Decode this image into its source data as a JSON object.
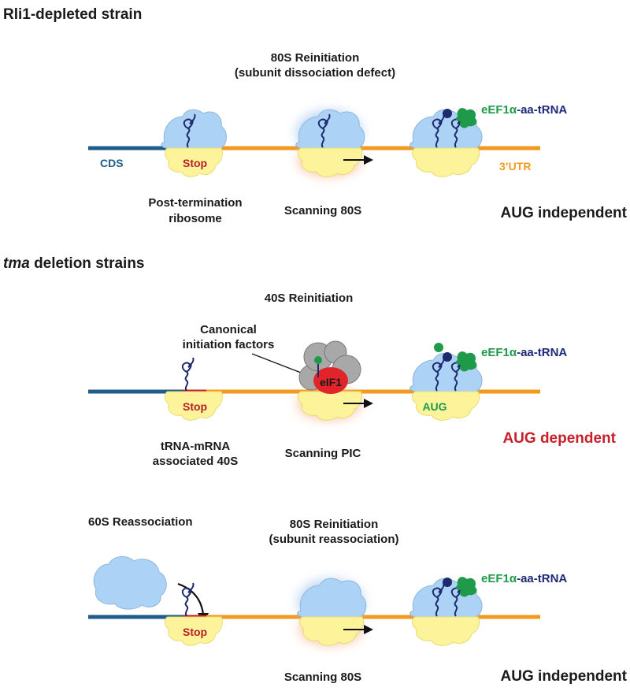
{
  "sections": {
    "rli1": {
      "heading": "Rli1-depleted strain",
      "center_title_line1": "80S Reinitiation",
      "center_title_line2": "(subunit dissociation defect)",
      "cds_label": "CDS",
      "stop_label": "Stop",
      "utr_label": "3’UTR",
      "eef_prefix": "eEF1",
      "eef_alpha": "α",
      "eef_suffix": "-aa-tRNA",
      "left_caption_line1": "Post-termination",
      "left_caption_line2": "ribosome",
      "mid_caption": "Scanning 80S",
      "outcome": "AUG independent"
    },
    "tma": {
      "heading_italic": "tma",
      "heading_rest": " deletion strains",
      "center_title": "40S Reinitiation",
      "factors_line1": "Canonical",
      "factors_line2": "initiation factors",
      "eif_label": "eIF1",
      "stop_label": "Stop",
      "aug_label": "AUG",
      "eef_prefix": "eEF1",
      "eef_alpha": "α",
      "eef_suffix": "-aa-tRNA",
      "left_caption_line1": "tRNA-mRNA",
      "left_caption_line2": "associated 40S",
      "mid_caption": "Scanning PIC",
      "outcome": "AUG dependent"
    },
    "reassoc": {
      "left_title": "60S Reassociation",
      "center_title_line1": "80S Reinitiation",
      "center_title_line2": "(subunit reassociation)",
      "stop_label": "Stop",
      "eef_prefix": "eEF1",
      "eef_alpha": "α",
      "eef_suffix": "-aa-tRNA",
      "mid_caption": "Scanning 80S",
      "outcome": "AUG independent"
    }
  },
  "colors": {
    "cds_line": "#1f5d8a",
    "utr_line": "#f29a1f",
    "stop_codon": "#c8202a",
    "aug_codon": "#1a9a4a",
    "large_subunit": "#acd3f5",
    "small_subunit": "#fdf39a",
    "trna": "#1d2a6e",
    "eef1a": "#1f9a4a",
    "eif1": "#e0242a",
    "initiation_factors": "#9a9a9a",
    "aug_dependent_text": "#c8202a"
  }
}
